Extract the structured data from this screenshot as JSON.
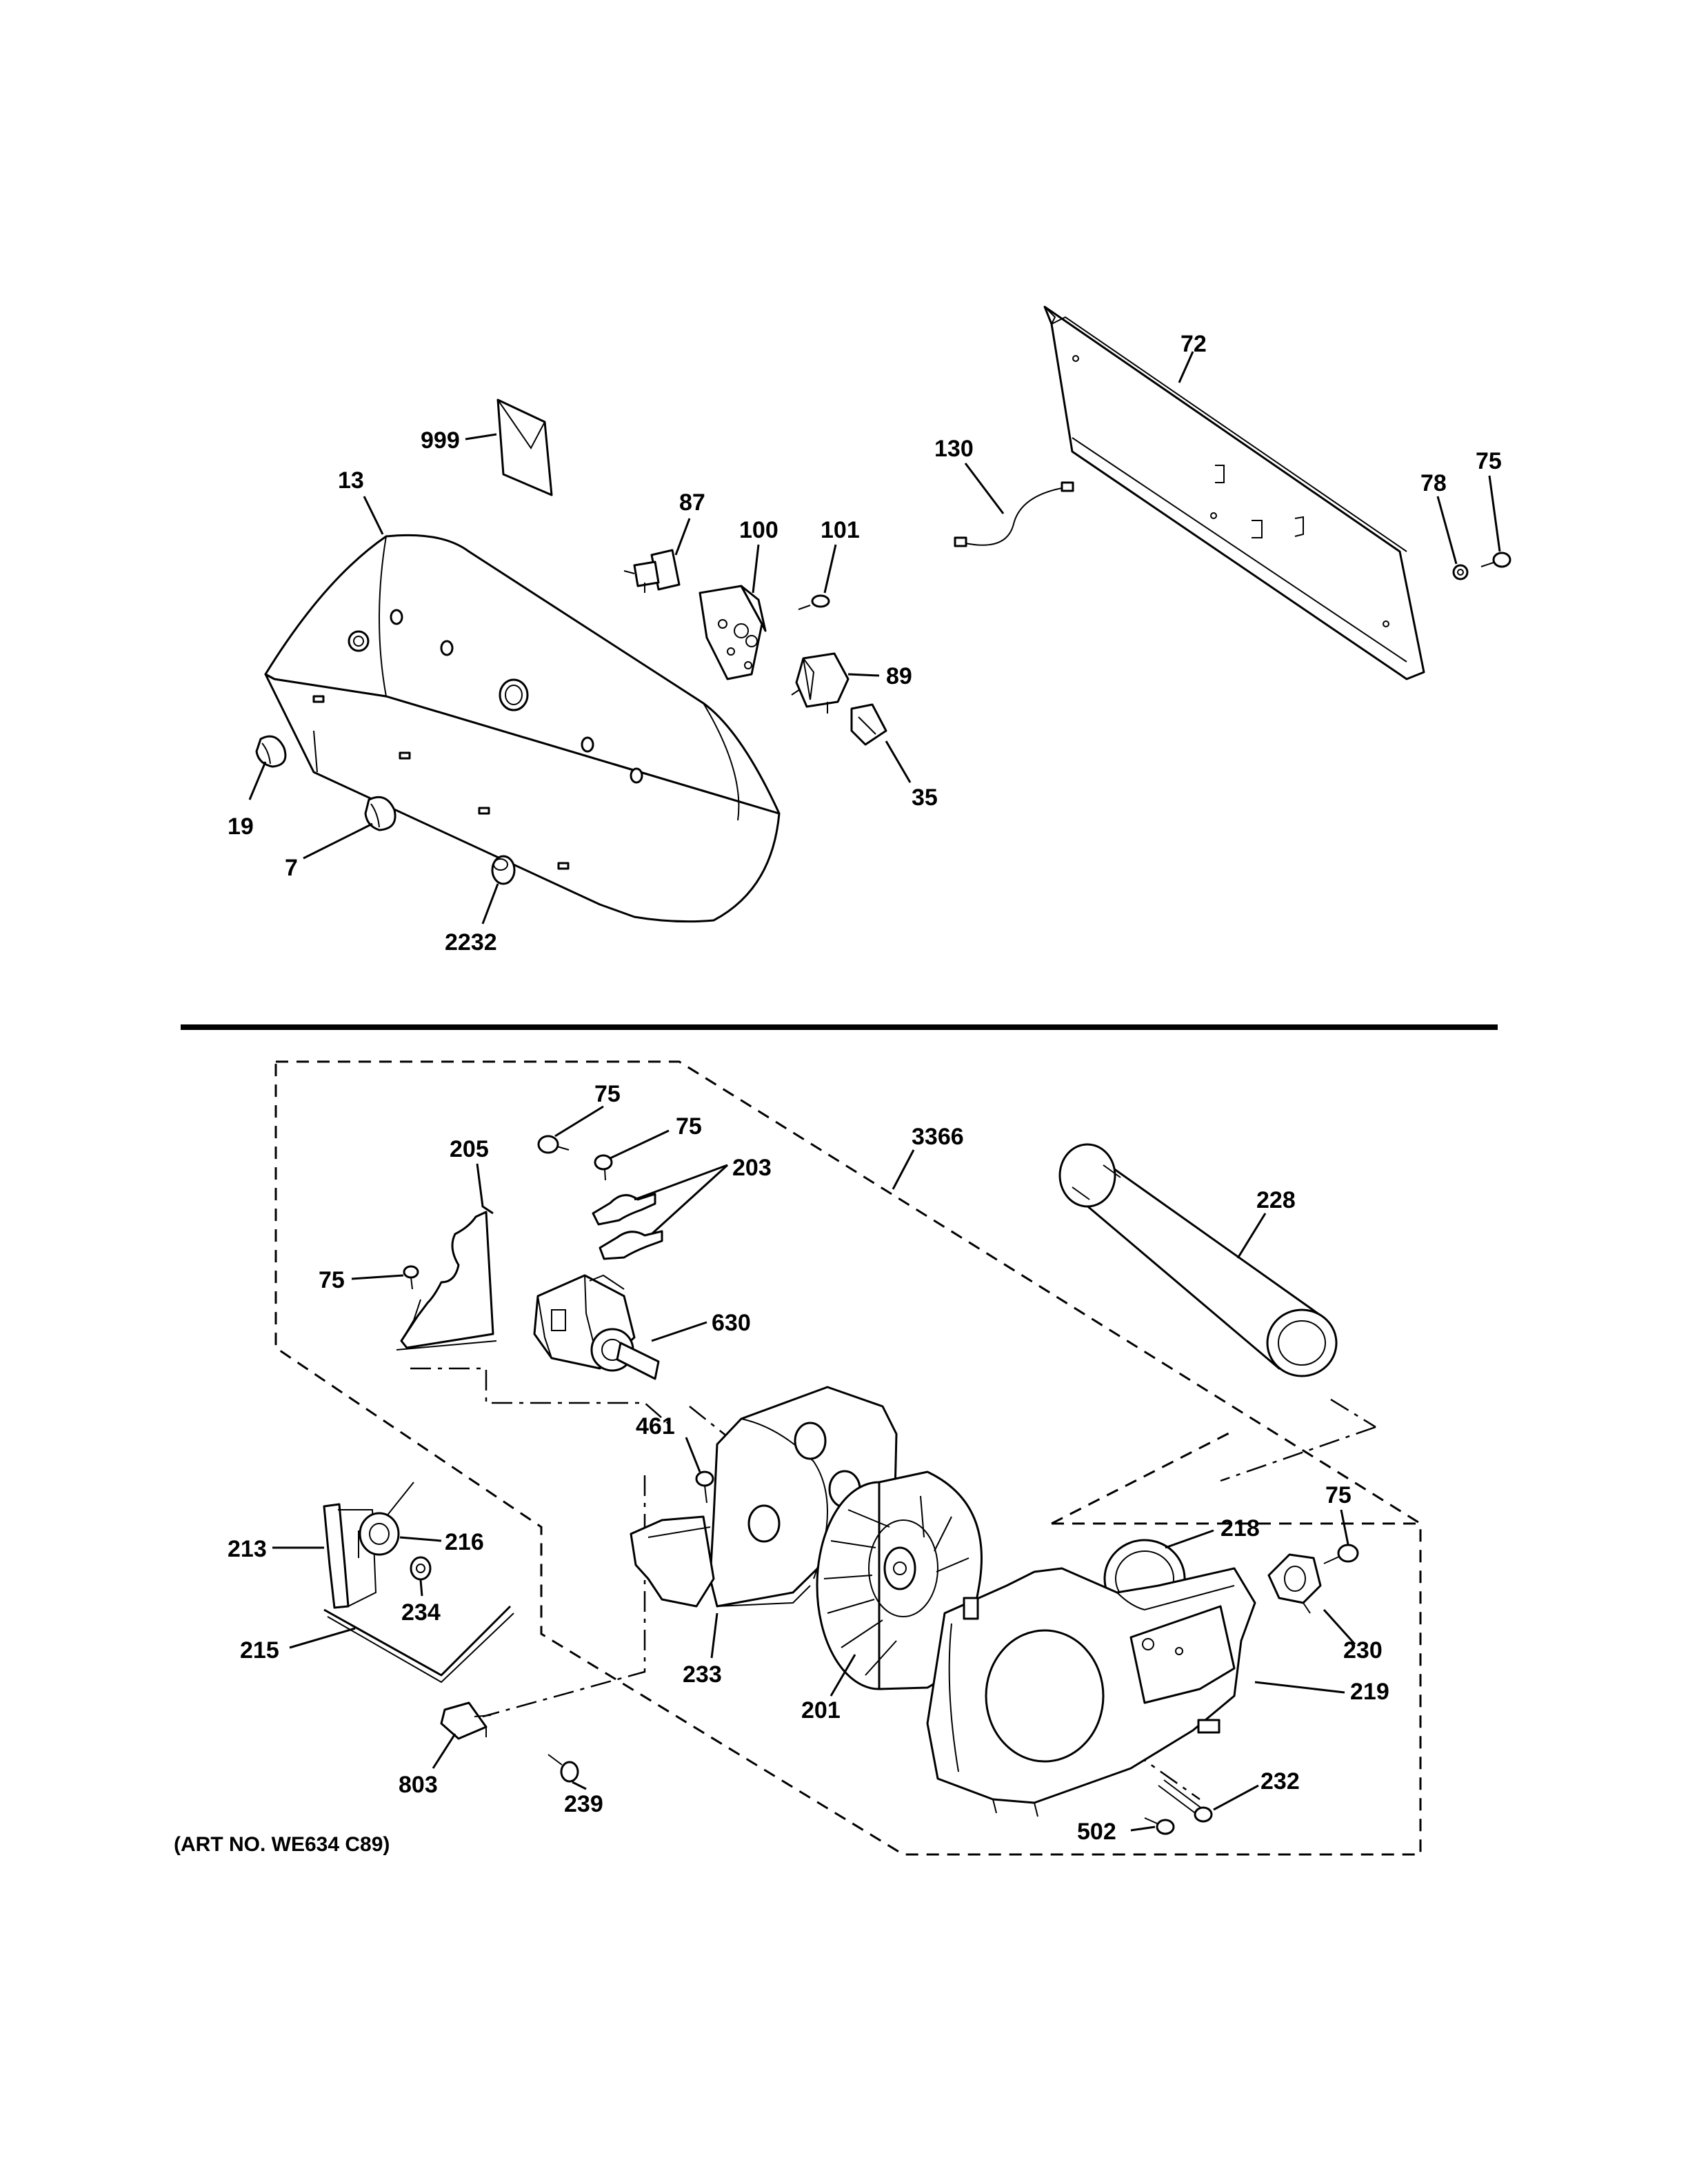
{
  "callouts": {
    "c999": "999",
    "c13": "13",
    "c87": "87",
    "c100": "100",
    "c101": "101",
    "c130": "130",
    "c72": "72",
    "c78": "78",
    "c75a": "75",
    "c89": "89",
    "c35": "35",
    "c19": "19",
    "c7": "7",
    "c2232": "2232",
    "c75b": "75",
    "c75c": "75",
    "c205": "205",
    "c203": "203",
    "c3366": "3366",
    "c228": "228",
    "c75d": "75",
    "c630": "630",
    "c461": "461",
    "c75e": "75",
    "c218": "218",
    "c213": "213",
    "c216": "216",
    "c234": "234",
    "c215": "215",
    "c233": "233",
    "c201": "201",
    "c230": "230",
    "c219": "219",
    "c803": "803",
    "c239": "239",
    "c232": "232",
    "c502": "502"
  },
  "art_number": "(ART NO. WE634 C89)"
}
